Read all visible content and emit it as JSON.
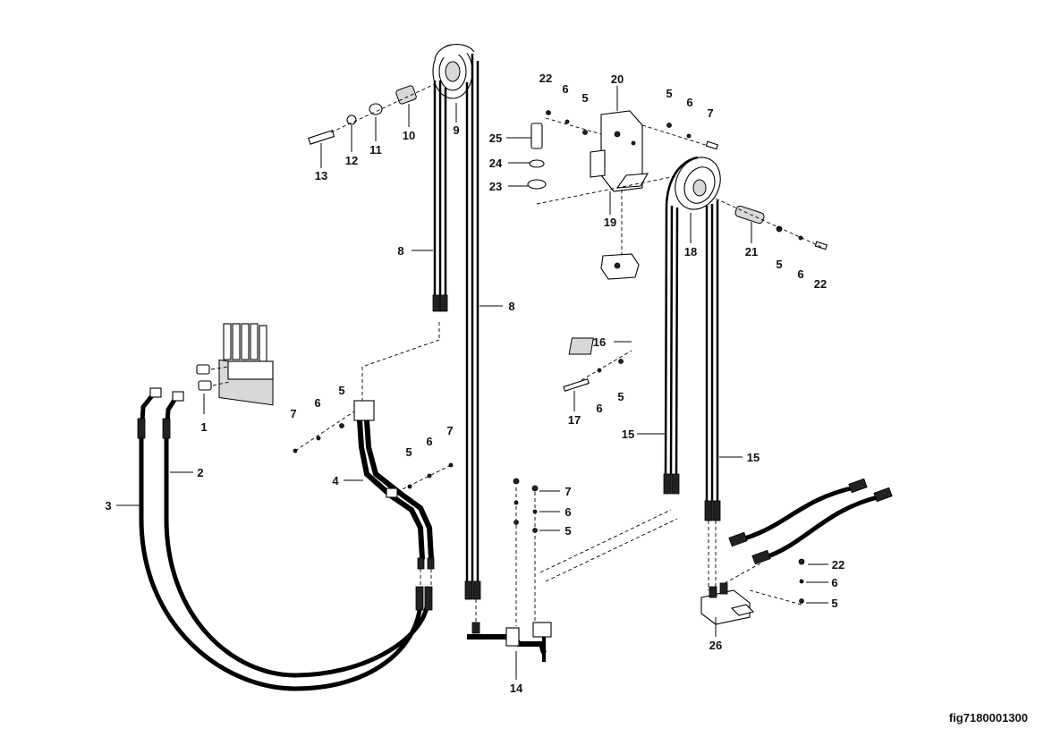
{
  "figure_ref": "fig7180001300",
  "callouts": {
    "c1": "1",
    "c2": "2",
    "c3": "3",
    "c4": "4",
    "c5a": "5",
    "c5b": "5",
    "c5c": "5",
    "c5d": "5",
    "c5e": "5",
    "c5f": "5",
    "c5g": "5",
    "c5h": "5",
    "c6a": "6",
    "c6b": "6",
    "c6c": "6",
    "c6d": "6",
    "c6e": "6",
    "c6f": "6",
    "c6g": "6",
    "c6h": "6",
    "c7a": "7",
    "c7b": "7",
    "c7c": "7",
    "c7d": "7",
    "c8a": "8",
    "c8b": "8",
    "c9": "9",
    "c10": "10",
    "c11": "11",
    "c12": "12",
    "c13": "13",
    "c14": "14",
    "c15a": "15",
    "c15b": "15",
    "c16": "16",
    "c17": "17",
    "c18": "18",
    "c19": "19",
    "c20": "20",
    "c21": "21",
    "c22a": "22",
    "c22b": "22",
    "c22c": "22",
    "c23": "23",
    "c24": "24",
    "c25": "25",
    "c26": "26"
  }
}
